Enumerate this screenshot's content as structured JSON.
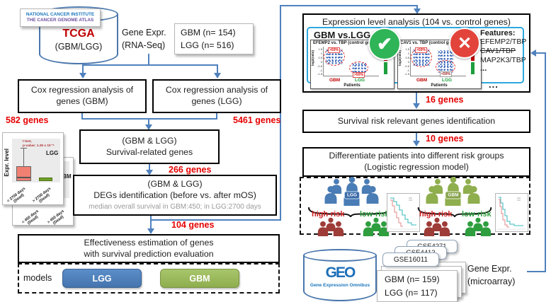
{
  "colors": {
    "arrow_blue": "#4f81bd",
    "red_label": "#e60000",
    "lgg_blue": "#4a7cb5",
    "gbm_green": "#8fae4e",
    "high_risk_red": "#9e3c38",
    "low_risk_green": "#2f9e3f",
    "check_green": "#2fb457",
    "cross_red": "#e2443b",
    "panel_border_blue": "#2da8e0"
  },
  "tcga": {
    "nci_line1": "NATIONAL CANCER INSTITUTE",
    "nci_line2": "THE CANCER GENOME ATLAS",
    "name": "TCGA",
    "cohort": "(GBM/LGG)"
  },
  "rnaseq": {
    "label_line1": "Gene  Expr.",
    "label_line2": "(RNA-Seq)",
    "gbm_n": "GBM (n= 154)",
    "lgg_n": "LGG  (n= 516)"
  },
  "cox_gbm": {
    "line1": "Cox regression  analysis  of",
    "line2": "genes (GBM)"
  },
  "cox_lgg": {
    "line1": "Cox regression  analysis  of",
    "line2": "genes (LGG)"
  },
  "counts": {
    "gbm_genes": "582 genes",
    "lgg_genes": "5461 genes",
    "survival_genes": "266 genes",
    "deg_genes": "104 genes",
    "expr_genes": "16 genes",
    "risk_genes": "10 genes"
  },
  "survival_box": {
    "line1": "(GBM  &  LGG)",
    "line2": "Survival-related  genes"
  },
  "degs_box": {
    "line1": "(GBM  &  LGG)",
    "line2": "DEGs identification (before  vs. after  mOS)",
    "note": "median overall survival in GBM:450; in LGG:2700 days"
  },
  "boxplot": {
    "stat": "t test,\np-value: 1.26 x 10⁻⁹",
    "ylabel": "Expr. level",
    "front_group": "LGG",
    "front_x1": "< 2700 days\n(Dead)",
    "front_x2": "> 2700 days\n(Dead)",
    "back_group": "GBM",
    "back_x1": "< 450 days\n(Dead)",
    "back_x2": "> 450 days\n(Dead)"
  },
  "effectiveness_box": {
    "line1": "Effectiveness  estimation of genes",
    "line2": "with survival  prediction  evaluation"
  },
  "models": {
    "label": "models",
    "lgg": "LGG",
    "gbm": "GBM"
  },
  "expr_analysis": {
    "title": "Expression  level analysis (104 vs. control genes)",
    "subtitle": "GBM vs.LGG",
    "panels": [
      {
        "title": "EFEMP2 vs. TBP (control gene)",
        "ylabel": "log2(ratio)",
        "yticks": "1.5\n1\n0.5\n0\n-0.5\n-1\n-1.5",
        "ann_top": ">50%",
        "ann_bottom": ">50%",
        "x1": "GBM",
        "x2": "LGG",
        "xlabel": "Patients"
      },
      {
        "title": "CAV1 vs. TBP (control gene)",
        "ylabel": "log2(ratio)",
        "yticks": "1.5\n1\n0.5\n0\n-0.5\n-1\n-1.5",
        "ann_top": ">50%",
        "ann_bottom": "<50%",
        "x1": "GBM",
        "x2": "LGG",
        "xlabel": "Patients"
      }
    ],
    "ellipsis": "...",
    "features": {
      "heading": "Features:",
      "item1": "EFEMP2/TBP",
      "item2": "CAV1/TBP",
      "item3": "MAP2K3/TBP",
      "item4": "..."
    }
  },
  "survival_risk_box": {
    "line1": "Survival  risk relevant  genes identification"
  },
  "differentiate_box": {
    "line1": "Differentiate  patients  into different  risk groups",
    "line2": "(Logistic  regression  model)"
  },
  "risk_groups": {
    "lgg": "LGG",
    "gbm": "GBM",
    "high": "high-risk",
    "low": "low-risk"
  },
  "geo": {
    "logo": "GEO",
    "tagline": "Gene Expression Omnibus",
    "gse1": "GSE4271",
    "gse2": "GSE4412",
    "gse3": "GSE16011",
    "gbm_n": "GBM (n= 159)",
    "lgg_n": "LGG  (n= 117)",
    "label_line1": "Gene  Expr.",
    "label_line2": "(microarray)"
  }
}
